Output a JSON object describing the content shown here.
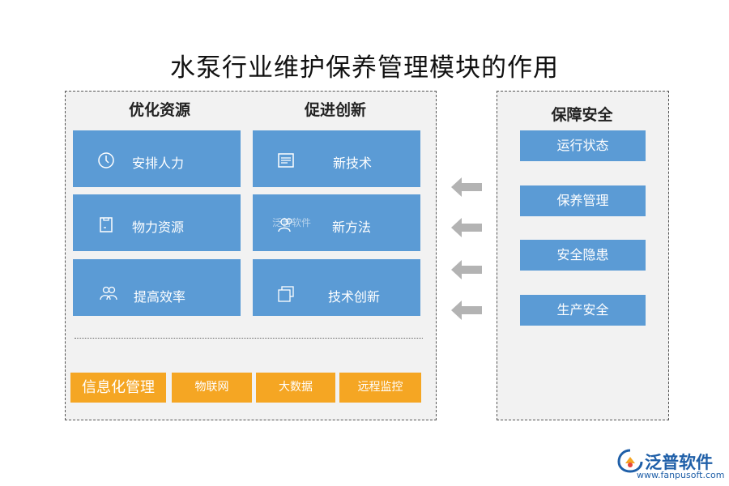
{
  "title": "水泵行业维护保养管理模块的作用",
  "left_panel": {
    "col1_heading": "优化资源",
    "col2_heading": "促进创新",
    "boxes": [
      {
        "label": "安排人力",
        "icon": "clock-icon"
      },
      {
        "label": "新技术",
        "icon": "document-icon"
      },
      {
        "label": "物力资源",
        "icon": "clipboard-icon"
      },
      {
        "label": "新方法",
        "icon": "users-icon"
      },
      {
        "label": "提高效率",
        "icon": "team-icon"
      },
      {
        "label": "技术创新",
        "icon": "windows-icon"
      }
    ],
    "tags": [
      "信息化管理",
      "物联网",
      "大数据",
      "远程监控"
    ]
  },
  "right_panel": {
    "heading": "保障安全",
    "items": [
      "运行状态",
      "保养管理",
      "安全隐患",
      "生产安全"
    ]
  },
  "watermark": "泛普软件",
  "logo": {
    "text": "泛普软件",
    "url": "www.fanpusoft.com"
  },
  "colors": {
    "box": "#5b9bd5",
    "tag": "#f5a623",
    "arrow": "#b3b3b3",
    "panel": "#f2f2f2"
  }
}
